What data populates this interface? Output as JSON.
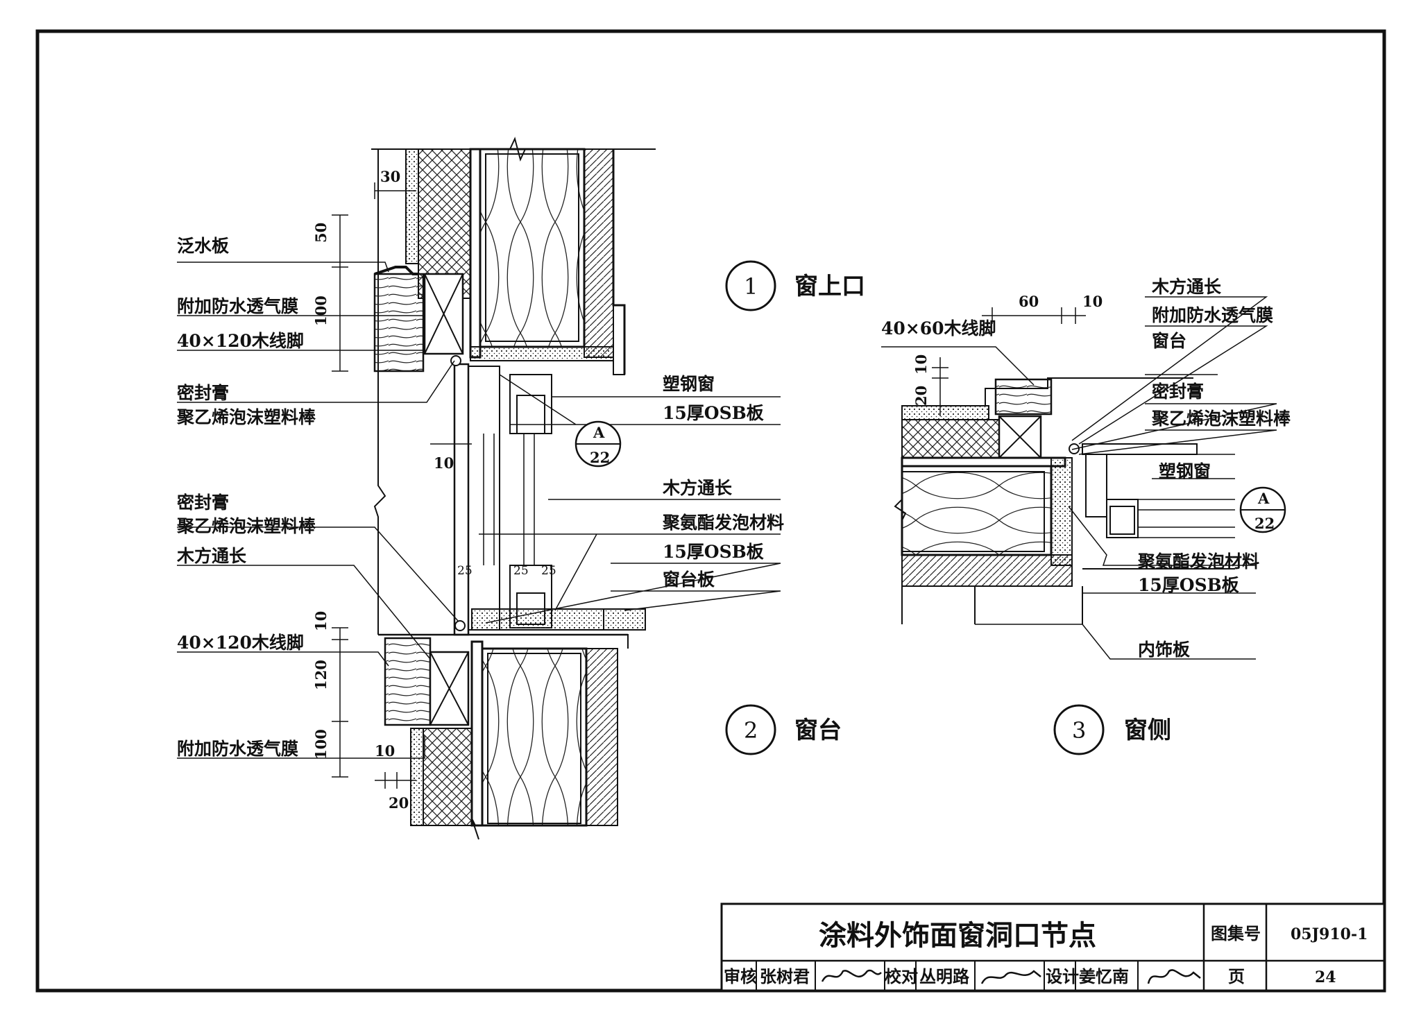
{
  "details": {
    "d1": {
      "num": "1",
      "name": "窗上口"
    },
    "d2": {
      "num": "2",
      "name": "窗台"
    },
    "d3": {
      "num": "3",
      "name": "窗侧"
    }
  },
  "section_ref": {
    "letter": "A",
    "sheet": "22"
  },
  "left_labels": {
    "fanshuiban": "泛水板",
    "membrane_top": "附加防水透气膜",
    "trim_top": "40×120木线脚",
    "sealant_top": "密封膏",
    "rod_top": "聚乙烯泡沫塑料棒",
    "sealant_bot": "密封膏",
    "rod_bot": "聚乙烯泡沫塑料棒",
    "wood_bot": "木方通长",
    "trim_bot": "40×120木线脚",
    "membrane_bot": "附加防水透气膜"
  },
  "mid_labels": {
    "window": "塑钢窗",
    "osb_top": "15厚OSB板",
    "wood": "木方通长",
    "foam": "聚氨酯发泡材料",
    "osb_bot": "15厚OSB板",
    "sill": "窗台板"
  },
  "right_labels": {
    "wood": "木方通长",
    "membrane": "附加防水透气膜",
    "sill": "窗台",
    "sealant": "密封膏",
    "rod": "聚乙烯泡沫塑料棒",
    "window": "塑钢窗",
    "foam": "聚氨酯发泡材料",
    "osb": "15厚OSB板",
    "inner": "内饰板",
    "trim": "40×60木线脚"
  },
  "dims": {
    "d30": "30",
    "d50": "50",
    "d100a": "100",
    "d10a": "10",
    "d10b": "10",
    "d120": "120",
    "d100b": "100",
    "d10c": "10",
    "d20a": "20",
    "d60": "60",
    "d10d": "10",
    "d10e": "10",
    "d20b": "20",
    "d25a": "25",
    "d25b": "25",
    "d25c": "25"
  },
  "title_block": {
    "title": "涂料外饰面窗洞口节点",
    "atlas_label": "图集号",
    "atlas_no": "05J910-1",
    "review_label": "审核",
    "reviewer": "张树君",
    "check_label": "校对",
    "checker": "丛明路",
    "design_label": "设计",
    "designer": "姜忆南",
    "page_label": "页",
    "page_no": "24"
  }
}
